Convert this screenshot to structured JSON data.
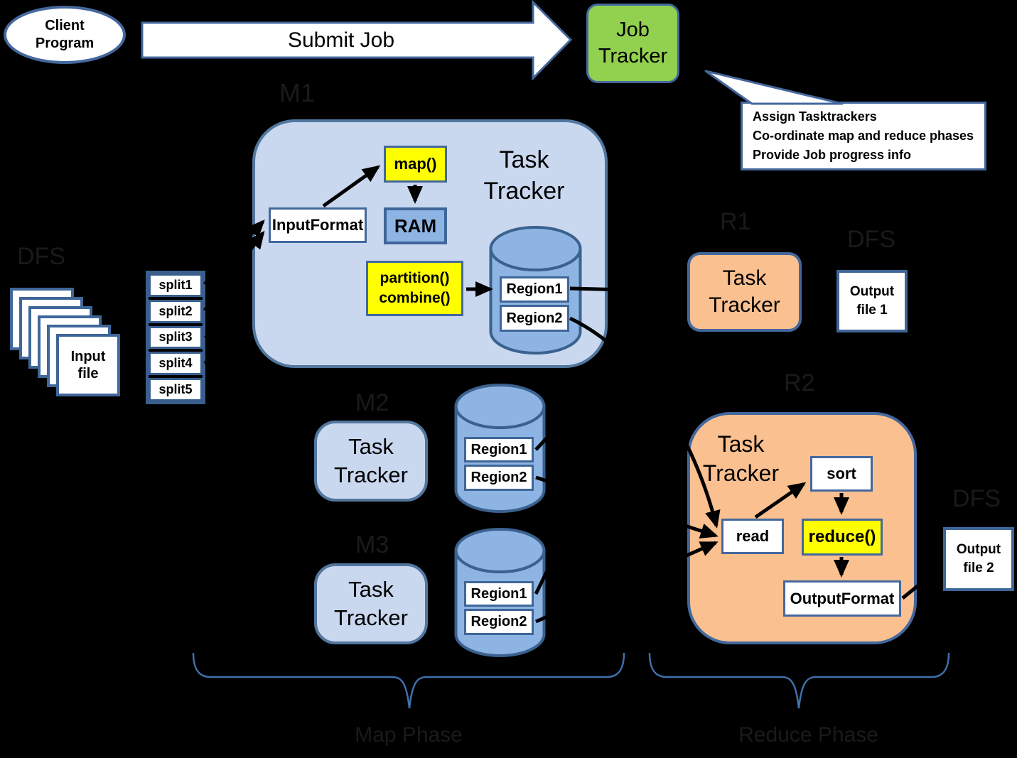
{
  "client": {
    "line1": "Client",
    "line2": "Program"
  },
  "submit": {
    "label": "Submit Job"
  },
  "job_tracker": {
    "line1": "Job",
    "line2": "Tracker"
  },
  "callout": {
    "line1": "Assign Tasktrackers",
    "line2": "Co-ordinate map and reduce phases",
    "line3": "Provide Job progress info"
  },
  "dfs": {
    "left_label": "DFS",
    "r1_label": "DFS",
    "r2_label": "DFS",
    "input_file_line1": "Input",
    "input_file_line2": "file",
    "splits": [
      "split1",
      "split2",
      "split3",
      "split4",
      "split5"
    ]
  },
  "map_nodes": {
    "m1": {
      "tag": "M1",
      "title1": "Task",
      "title2": "Tracker",
      "map_fn": "map()",
      "ram": "RAM",
      "input_format": "InputFormat",
      "partition_fn": "partition()",
      "combine_fn": "combine()",
      "region1": "Region1",
      "region2": "Region2"
    },
    "m2": {
      "tag": "M2",
      "title1": "Task",
      "title2": "Tracker",
      "region1": "Region1",
      "region2": "Region2"
    },
    "m3": {
      "tag": "M3",
      "title1": "Task",
      "title2": "Tracker",
      "region1": "Region1",
      "region2": "Region2"
    }
  },
  "reduce_nodes": {
    "r1": {
      "tag": "R1",
      "title1": "Task",
      "title2": "Tracker"
    },
    "r2": {
      "tag": "R2",
      "title1": "Task",
      "title2": "Tracker",
      "sort": "sort",
      "read": "read",
      "reduce_fn": "reduce()",
      "output_format": "OutputFormat"
    }
  },
  "outputs": {
    "file1_line1": "Output",
    "file1_line2": "file 1",
    "file2_line1": "Output",
    "file2_line2": "file 2"
  },
  "phases": {
    "map": "Map Phase",
    "reduce": "Reduce Phase"
  },
  "colors": {
    "background": "#000000",
    "accent_border": "#44689d",
    "dark_border": "#3f6699",
    "light_blue": "#c9d8ef",
    "mid_blue": "#8eb4e3",
    "green": "#92d050",
    "orange": "#fac090",
    "yellow": "#ffff00",
    "brace_blue": "#4070ad",
    "connector": "#000000",
    "faint_label": "#1a1a1a"
  }
}
